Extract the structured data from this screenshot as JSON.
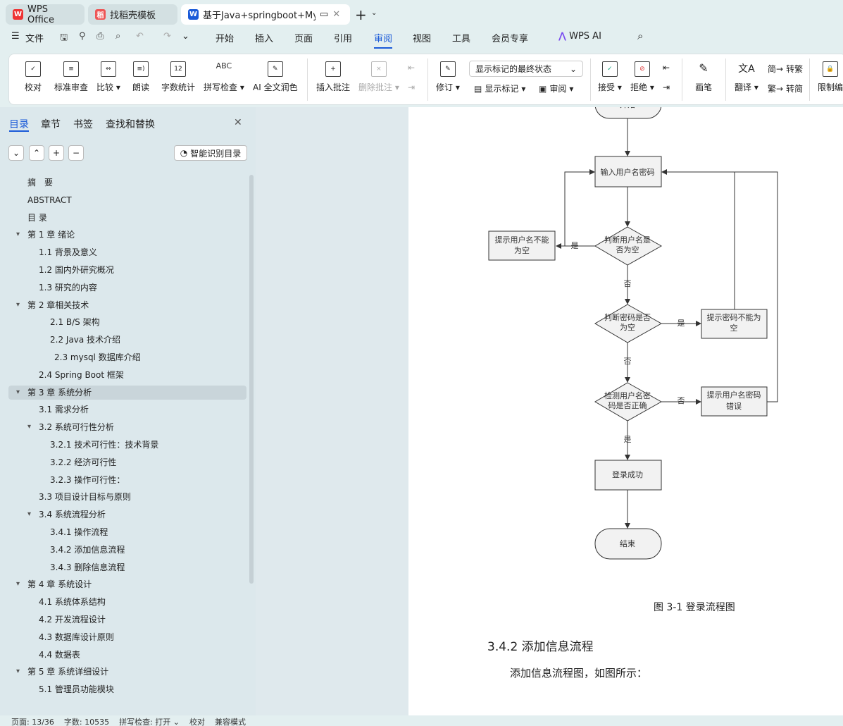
{
  "tabs": [
    {
      "label": "WPS Office",
      "icon": "wps-logo-icon"
    },
    {
      "label": "找稻壳模板",
      "icon": "docer-icon"
    },
    {
      "label": "基于Java+springboot+Mys",
      "icon": "word-doc-icon",
      "active": true
    }
  ],
  "menu": {
    "file": "文件",
    "items": [
      "开始",
      "插入",
      "页面",
      "引用",
      "审阅",
      "视图",
      "工具",
      "会员专享"
    ],
    "active": "审阅",
    "ai": "WPS AI"
  },
  "ribbon": {
    "proof": "校对",
    "std_review": "标准审查",
    "compare": "比较",
    "read": "朗读",
    "word_count": "字数统计",
    "spell": "拼写检查",
    "ai_polish": "AI 全文润色",
    "insert_comment": "插入批注",
    "delete_comment": "删除批注",
    "revise": "修订",
    "display_select": "显示标记的最终状态",
    "show_marks": "显示标记",
    "review": "审阅",
    "accept": "接受",
    "reject": "拒绝",
    "pen": "画笔",
    "translate": "翻译",
    "to_trad": "转繁",
    "to_simp": "转简",
    "restrict": "限制编"
  },
  "panel": {
    "tabs": [
      "目录",
      "章节",
      "书签",
      "查找和替换"
    ],
    "smart_toc": "智能识别目录",
    "toc": [
      {
        "t": "摘　要",
        "l": 0
      },
      {
        "t": "ABSTRACT",
        "l": 0
      },
      {
        "t": "目 录",
        "l": 0
      },
      {
        "t": "第 1 章  绪论",
        "l": 0,
        "c": 1
      },
      {
        "t": "1.1 背景及意义",
        "l": 1
      },
      {
        "t": "1.2  国内外研究概况",
        "l": 1
      },
      {
        "t": "1.3  研究的内容",
        "l": 1
      },
      {
        "t": "第 2 章相关技术",
        "l": 0,
        "c": 1
      },
      {
        "t": "2.1    B/S 架构",
        "l": 2
      },
      {
        "t": "2.2    Java 技术介绍",
        "l": 2
      },
      {
        "t": "2.3 mysql 数据库介绍",
        "l": 2.4
      },
      {
        "t": "2.4 Spring    Boot 框架",
        "l": 1
      },
      {
        "t": "第 3 章  系统分析",
        "l": 0,
        "c": 1,
        "sel": 1
      },
      {
        "t": "3.1  需求分析",
        "l": 1
      },
      {
        "t": "3.2  系统可行性分析",
        "l": 1,
        "c": 1
      },
      {
        "t": "3.2.1 技术可行性：技术背景",
        "l": 2
      },
      {
        "t": "3.2.2 经济可行性",
        "l": 2
      },
      {
        "t": "3.2.3 操作可行性：",
        "l": 2
      },
      {
        "t": "3.3  项目设计目标与原则",
        "l": 1
      },
      {
        "t": "3.4 系统流程分析",
        "l": 1,
        "c": 1
      },
      {
        "t": "3.4.1 操作流程",
        "l": 2
      },
      {
        "t": "3.4.2 添加信息流程",
        "l": 2
      },
      {
        "t": "3.4.3 删除信息流程",
        "l": 2
      },
      {
        "t": "第 4 章  系统设计",
        "l": 0,
        "c": 1
      },
      {
        "t": "4.1  系统体系结构",
        "l": 1
      },
      {
        "t": "4.2 开发流程设计",
        "l": 1
      },
      {
        "t": "4.3  数据库设计原则",
        "l": 1
      },
      {
        "t": "4.4  数据表",
        "l": 1
      },
      {
        "t": "第 5 章  系统详细设计",
        "l": 0,
        "c": 1
      },
      {
        "t": "5.1 管理员功能模块",
        "l": 1
      }
    ]
  },
  "doc": {
    "flow": {
      "start": "开始",
      "input": "输入用户名密码",
      "d1": [
        "判断用户名是",
        "否为空"
      ],
      "b1": [
        "提示用户名不能",
        "为空"
      ],
      "d2": [
        "判断密码是否",
        "为空"
      ],
      "b2": [
        "提示密码不能为",
        "空"
      ],
      "d3": [
        "检测用户名密",
        "码是否正确"
      ],
      "b3": [
        "提示用户名密码",
        "错误"
      ],
      "success": "登录成功",
      "end": "结束",
      "yes": "是",
      "no": "否"
    },
    "caption": "图 3-1 登录流程图",
    "heading": "3.4.2 添加信息流程",
    "para": "添加信息流程图，如图所示："
  },
  "status": {
    "page": "页面: 13/36",
    "words": "字数: 10535",
    "spell": "拼写检查: 打开",
    "proof": "校对",
    "compat": "兼容模式"
  },
  "colors": {
    "accent": "#1a5ad8"
  }
}
